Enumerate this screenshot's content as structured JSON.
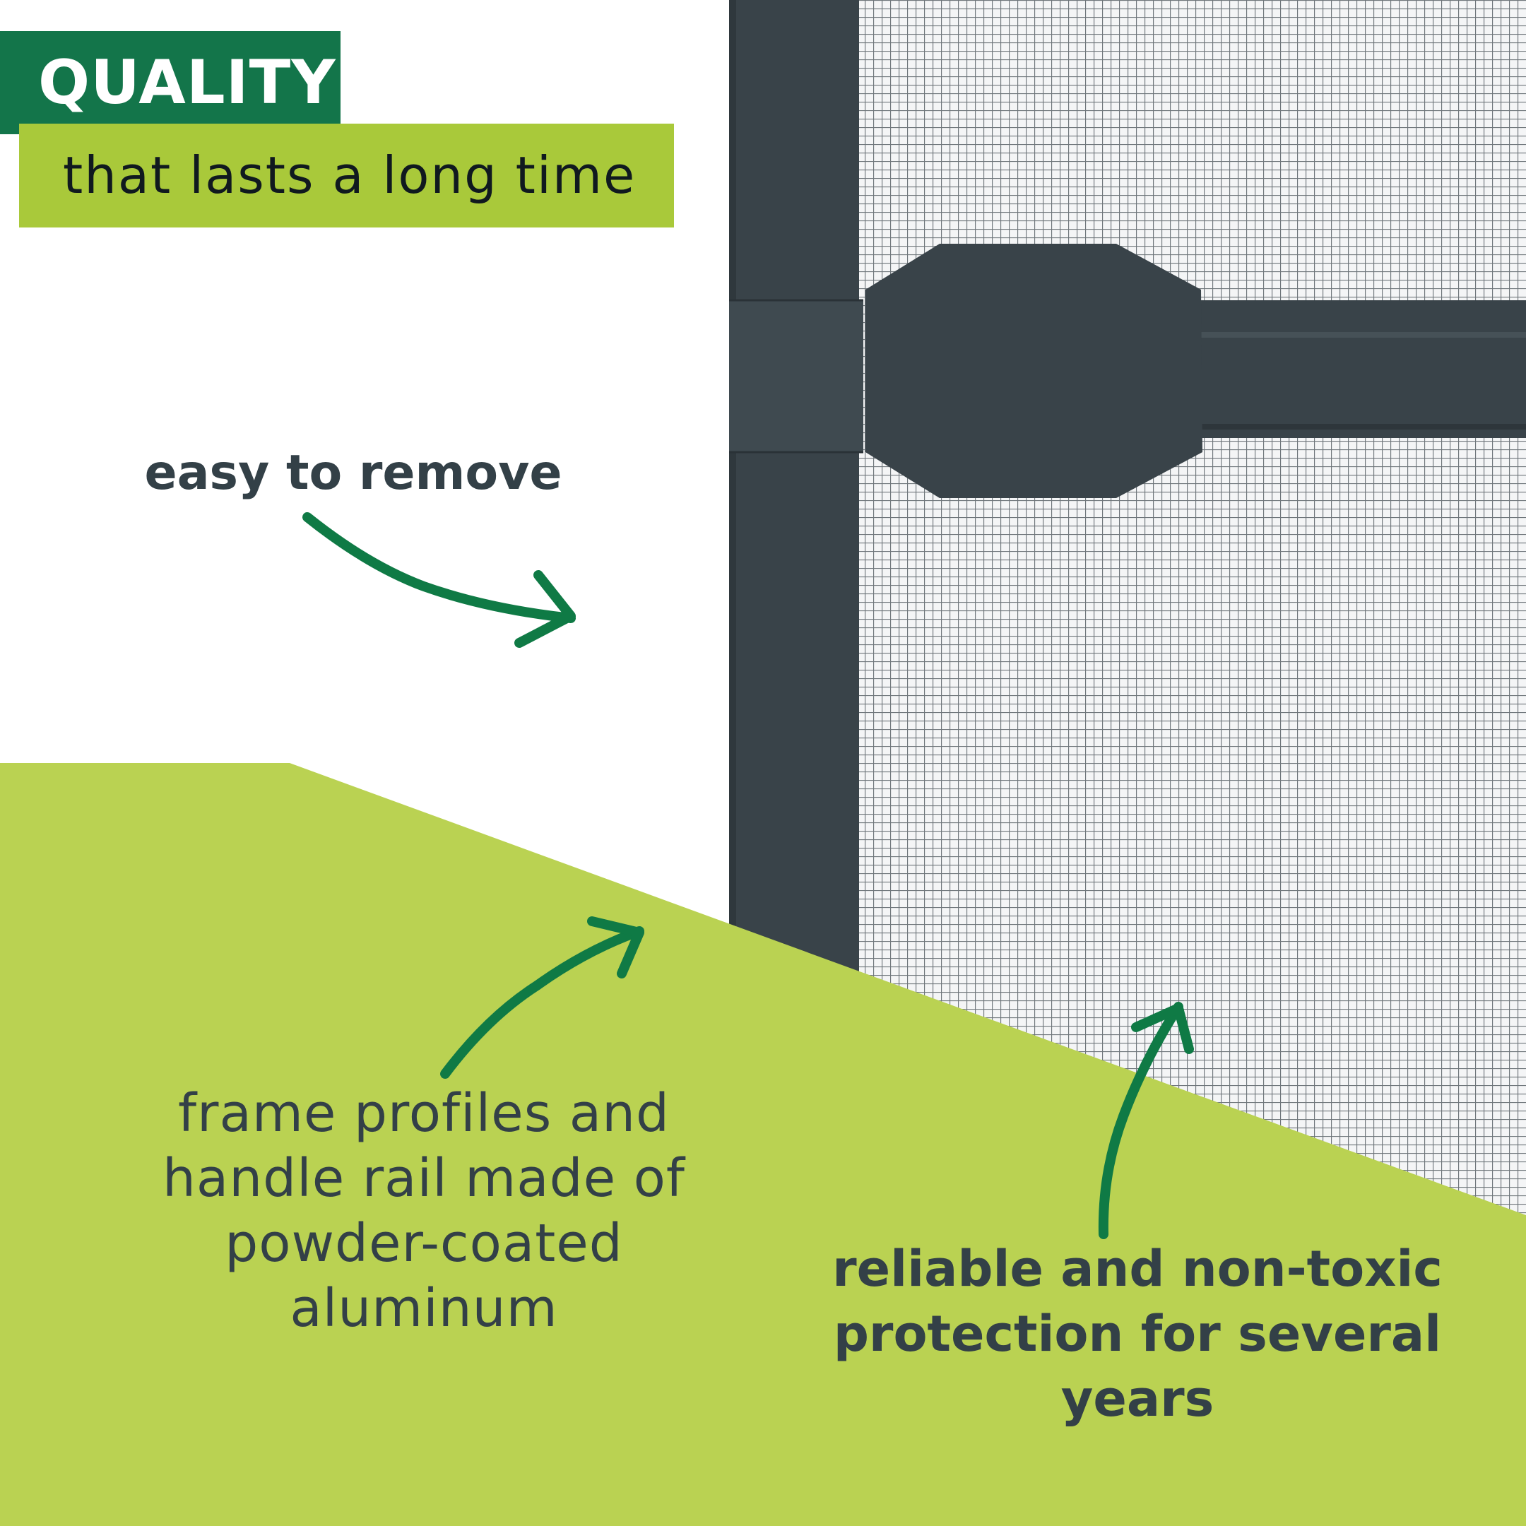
{
  "badge": {
    "title": "QUALITY",
    "subtitle": "that lasts a long time"
  },
  "callouts": {
    "easy_remove": "easy to remove",
    "frame_profiles": "frame profiles and handle rail made of powder-coated aluminum",
    "reliable": "reliable and non-toxic protection for several years"
  },
  "colors": {
    "dark_green": "#13754a",
    "lime": "#a9c93a",
    "light_lime": "#bad252",
    "frame_gray": "#394349",
    "text_dark": "#334047",
    "arrow_green": "#0f7a45"
  },
  "icons": [
    "curved-arrow-icon",
    "curved-arrow-icon",
    "curved-arrow-icon"
  ]
}
